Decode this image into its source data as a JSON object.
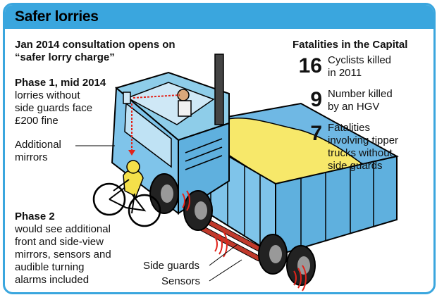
{
  "title": "Safer lorries",
  "consultation": {
    "line1": "Jan 2014 consultation opens on",
    "line2": "“safer lorry charge”"
  },
  "phase1": {
    "heading": "Phase 1, mid 2014",
    "line1": "lorries without",
    "line2": "side guards face",
    "line3": "£200 fine"
  },
  "mirrors_label": {
    "line1": "Additional",
    "line2": "mirrors"
  },
  "phase2": {
    "heading": "Phase 2",
    "line1": "would see additional",
    "line2": "front and side-view",
    "line3": "mirrors, sensors and",
    "line4": "audible turning",
    "line5": "alarms included"
  },
  "side_guards_label": "Side guards",
  "sensors_label": "Sensors",
  "fatalities": {
    "heading": "Fatalities in the Capital",
    "stats": [
      {
        "number": "16",
        "line1": "Cyclists killed",
        "line2": "in 2011"
      },
      {
        "number": "9",
        "line1": "Number killed",
        "line2": "by an HGV"
      },
      {
        "number": "7",
        "line1": "Fatalities",
        "line2": "involving tipper",
        "line3": "trucks without",
        "line4": "side guards"
      }
    ]
  },
  "colors": {
    "frame_blue": "#3aa6de",
    "truck_blue": "#7fc4ea",
    "load_yellow": "#f4e04a",
    "sensor_red": "#e2231a",
    "guard_red": "#c0392b"
  }
}
